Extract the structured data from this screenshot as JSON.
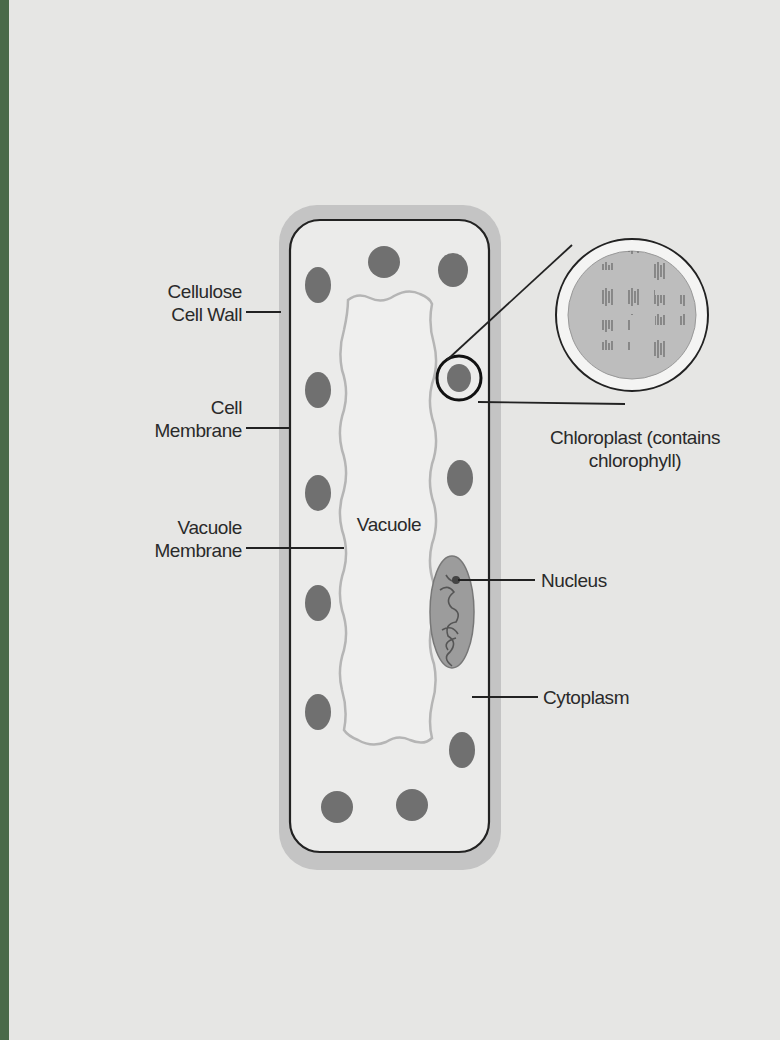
{
  "diagram": {
    "nodes": [
      {
        "text": [
          "Vacuole"
        ]
      }
    ],
    "labels": [
      "Cellulose Cell Wall",
      "Cell Membrane",
      "Vacuole Membrane",
      "Chloroplast (contains chlorophyll)",
      "Nucleus",
      "Cytoplasm"
    ]
  }
}
